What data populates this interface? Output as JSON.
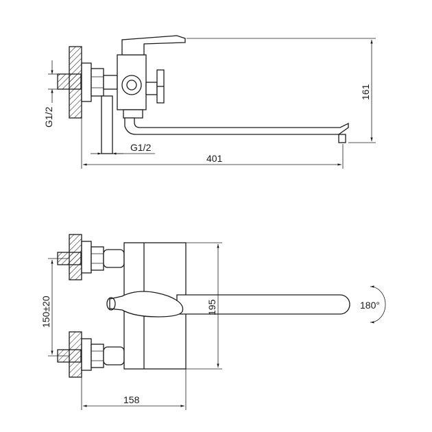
{
  "diagram": {
    "side_view": {
      "dim_width": "401",
      "dim_height": "161",
      "thread_vertical": "G1/2",
      "thread_horizontal": "G1/2"
    },
    "front_view": {
      "dim_spacing": "150±20",
      "dim_height": "195",
      "dim_width": "158",
      "rotation": "180°"
    }
  }
}
